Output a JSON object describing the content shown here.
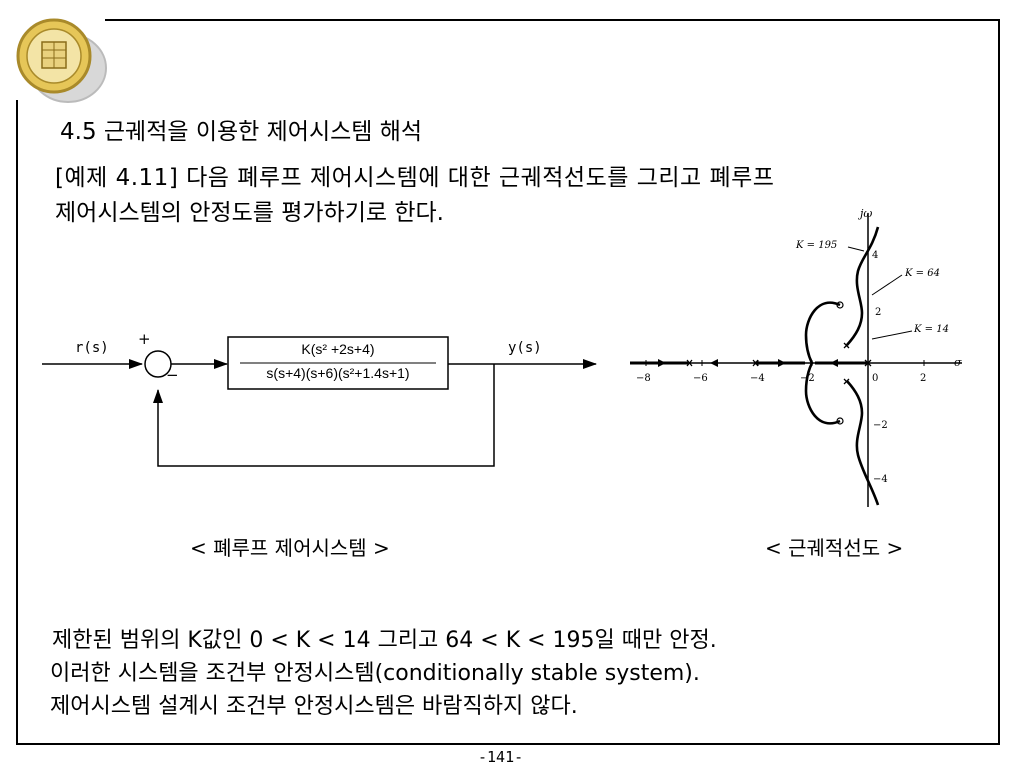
{
  "section_title": "4.5 근궤적을 이용한 제어시스템 해석",
  "example": {
    "line1": "[예제 4.11] 다음 폐루프 제어시스템에 대한 근궤적선도를 그리고 폐루프",
    "line2": "제어시스템의 안정도를 평가하기로 한다."
  },
  "block_diagram": {
    "input_label": "r(s)",
    "output_label": "y(s)",
    "plus_sign": "+",
    "minus_sign": "−",
    "tf_numerator": "K(s² +2s+4)",
    "tf_denominator": "s(s+4)(s+6)(s²+1.4s+1)",
    "caption": "< 폐루프 제어시스템 >"
  },
  "root_locus": {
    "caption": "<  근궤적선도 >",
    "axis_imag": "jω",
    "axis_real": "σ",
    "x_ticks": [
      "−8",
      "−6",
      "−4",
      "−2",
      "0",
      "2"
    ],
    "y_ticks": [
      "4",
      "2",
      "−2",
      "−4"
    ],
    "annotations": [
      "K = 195",
      "K = 64",
      "K = 14"
    ]
  },
  "body": {
    "line1": " 제한된 범위의 K값인 0 < K < 14 그리고 64 < K < 195일 때만 안정.",
    "line2": "이러한 시스템을 조건부 안정시스템(conditionally stable system).",
    "line3": "제어시스템 설계시 조건부 안정시스템은 바람직하지 않다."
  },
  "page_number": "-141-"
}
